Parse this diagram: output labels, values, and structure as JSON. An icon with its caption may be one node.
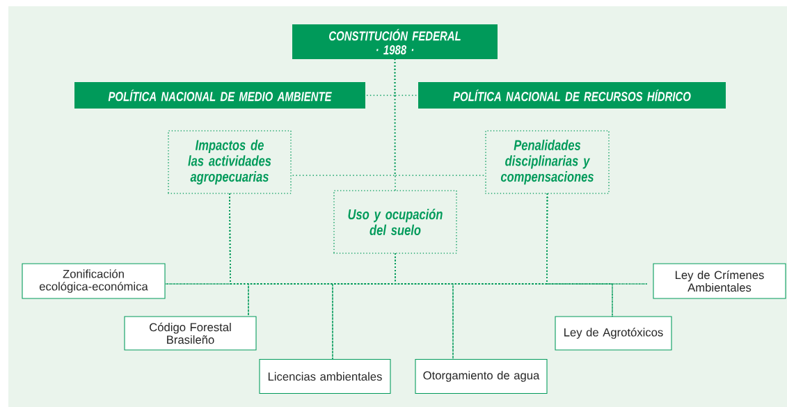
{
  "diagram": {
    "nodes": [
      {
        "text": [
          "CONSTITUCIÓN FEDERAL",
          "· 1988 ·"
        ]
      },
      {
        "text": [
          "POLÍTICA NACIONAL DE MEDIO AMBIENTE"
        ]
      },
      {
        "text": [
          "POLÍTICA NACIONAL DE RECURSOS HÍDRICO"
        ]
      },
      {
        "text": [
          "Impactos de las actividades agropecuarias"
        ]
      },
      {
        "text": [
          "Penalidades disciplinarias y compensaciones"
        ]
      },
      {
        "text": [
          "Uso y ocupación del suelo"
        ]
      },
      {
        "text": [
          "Zonificación ecológica-económica"
        ]
      },
      {
        "text": [
          "Código Forestal Brasileño"
        ]
      },
      {
        "text": [
          "Licencias ambientales"
        ]
      },
      {
        "text": [
          "Otorgamiento de agua"
        ]
      },
      {
        "text": [
          "Ley de Agrotóxicos"
        ]
      },
      {
        "text": [
          "Ley de Crímenes Ambientales"
        ]
      }
    ],
    "edges": [
      {
        "from": 0,
        "to": 1,
        "arrow": "none",
        "style": "dashed"
      },
      {
        "from": 0,
        "to": 2,
        "arrow": "none",
        "style": "dashed"
      },
      {
        "from": 0,
        "to": 3,
        "arrow": "none",
        "style": "dashed"
      },
      {
        "from": 0,
        "to": 4,
        "arrow": "none",
        "style": "dashed"
      },
      {
        "from": 0,
        "to": 5,
        "arrow": "none",
        "style": "dashed"
      },
      {
        "from": 3,
        "to": 6,
        "arrow": "none",
        "style": "dashed"
      },
      {
        "from": 3,
        "to": 7,
        "arrow": "none",
        "style": "dashed"
      },
      {
        "from": 3,
        "to": 8,
        "arrow": "none",
        "style": "dashed"
      },
      {
        "from": 3,
        "to": 9,
        "arrow": "none",
        "style": "dashed"
      },
      {
        "from": 3,
        "to": 10,
        "arrow": "none",
        "style": "dashed"
      },
      {
        "from": 3,
        "to": 11,
        "arrow": "none",
        "style": "dashed"
      },
      {
        "from": 4,
        "to": 6,
        "arrow": "none",
        "style": "dashed"
      },
      {
        "from": 4,
        "to": 7,
        "arrow": "none",
        "style": "dashed"
      },
      {
        "from": 4,
        "to": 8,
        "arrow": "none",
        "style": "dashed"
      },
      {
        "from": 4,
        "to": 9,
        "arrow": "none",
        "style": "dashed"
      },
      {
        "from": 4,
        "to": 10,
        "arrow": "none",
        "style": "dashed"
      },
      {
        "from": 4,
        "to": 11,
        "arrow": "none",
        "style": "dashed"
      },
      {
        "from": 5,
        "to": 6,
        "arrow": "none",
        "style": "dashed"
      },
      {
        "from": 5,
        "to": 7,
        "arrow": "none",
        "style": "dashed"
      },
      {
        "from": 5,
        "to": 8,
        "arrow": "none",
        "style": "dashed"
      },
      {
        "from": 5,
        "to": 9,
        "arrow": "none",
        "style": "dashed"
      },
      {
        "from": 5,
        "to": 10,
        "arrow": "none",
        "style": "dashed"
      },
      {
        "from": 5,
        "to": 11,
        "arrow": "none",
        "style": "dashed"
      }
    ]
  }
}
